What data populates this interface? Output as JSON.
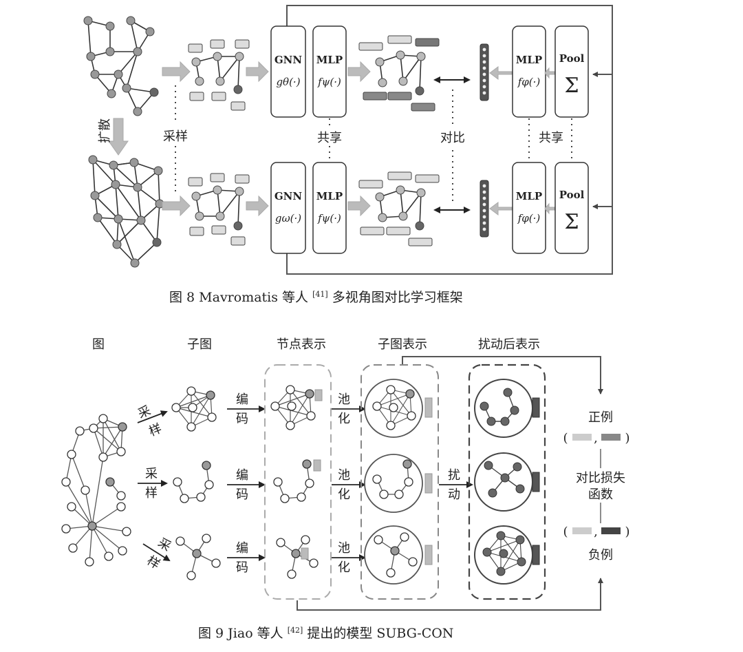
{
  "fig8": {
    "caption_main": "图 8   Mavromatis 等人",
    "caption_ref": "[41]",
    "caption_rest": "多视角图对比学习框架",
    "diffuse_label": "扩散",
    "sample_label": "采样",
    "share_label_1": "共享",
    "share_label_2": "共享",
    "contrast_label": "对比",
    "gnn_top_title": "GNN",
    "gnn_top_fn": "gθ(·)",
    "gnn_bottom_title": "GNN",
    "gnn_bottom_fn": "gω(·)",
    "mlp_psi_title": "MLP",
    "mlp_psi_fn": "fψ(·)",
    "mlp_phi_title": "MLP",
    "mlp_phi_fn": "fφ(·)",
    "pool_title": "Pool",
    "pool_symbol": "Σ"
  },
  "fig9": {
    "caption_main": "图 9   Jiao 等人",
    "caption_ref": "[42]",
    "caption_rest": "提出的模型 SUBG-CON",
    "col_graph": "图",
    "col_subgraph": "子图",
    "col_node_repr": "节点表示",
    "col_subgraph_repr": "子图表示",
    "col_perturbed_repr": "扰动后表示",
    "sample_top": "采",
    "sample_bottom": "样",
    "encode_top": "编",
    "encode_bottom": "码",
    "pool_top": "池",
    "pool_bottom": "化",
    "perturb_top": "扰",
    "perturb_bottom": "动",
    "positive": "正例",
    "negative": "负例",
    "loss_line1": "对比损失",
    "loss_line2": "函数",
    "pair_open": "(",
    "pair_comma": ",",
    "pair_close": ")"
  }
}
